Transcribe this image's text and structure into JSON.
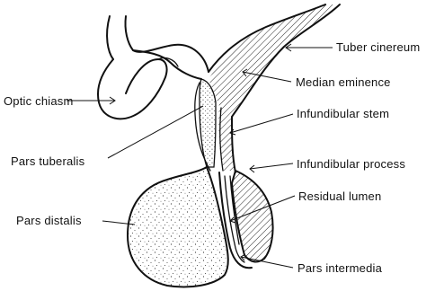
{
  "diagram": {
    "labels": {
      "tuber_cinereum": "Tuber cinereum",
      "median_eminence": "Median eminence",
      "optic_chiasm": "Optic chiasm",
      "infundibular_stem": "Infundibular stem",
      "pars_tuberalis": "Pars tuberalis",
      "infundibular_process": "Infundibular process",
      "residual_lumen": "Residual lumen",
      "pars_distalis": "Pars distalis",
      "pars_intermedia": "Pars intermedia"
    }
  }
}
